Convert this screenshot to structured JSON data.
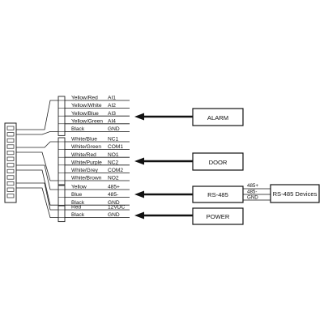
{
  "wire_groups": [
    {
      "device": "ALARM",
      "wires": [
        {
          "color": "Yellow/Red",
          "signal": "AI1"
        },
        {
          "color": "Yellow/White",
          "signal": "AI2"
        },
        {
          "color": "Yellow/Blue",
          "signal": "AI3"
        },
        {
          "color": "Yellow/Green",
          "signal": "AI4"
        },
        {
          "color": "Black",
          "signal": "GND"
        }
      ]
    },
    {
      "device": "DOOR",
      "wires": [
        {
          "color": "White/Blue",
          "signal": "NC1"
        },
        {
          "color": "White/Green",
          "signal": "COM1"
        },
        {
          "color": "White/Red",
          "signal": "NO1"
        },
        {
          "color": "White/Purple",
          "signal": "NC2"
        },
        {
          "color": "White/Grey",
          "signal": "COM2"
        },
        {
          "color": "White/Brown",
          "signal": "NO2"
        }
      ]
    },
    {
      "device": "RS-485",
      "wires": [
        {
          "color": "Yellow",
          "signal": "485+"
        },
        {
          "color": "Blue",
          "signal": "485-"
        },
        {
          "color": "Black",
          "signal": "GND"
        }
      ]
    },
    {
      "device": "POWER",
      "wires": [
        {
          "color": "Red",
          "signal": "12VDC"
        },
        {
          "color": "Black",
          "signal": "GND"
        }
      ]
    }
  ],
  "rs485_link": {
    "device": "RS-485 Devices",
    "labels": [
      "485+",
      "485-",
      "GND"
    ]
  }
}
